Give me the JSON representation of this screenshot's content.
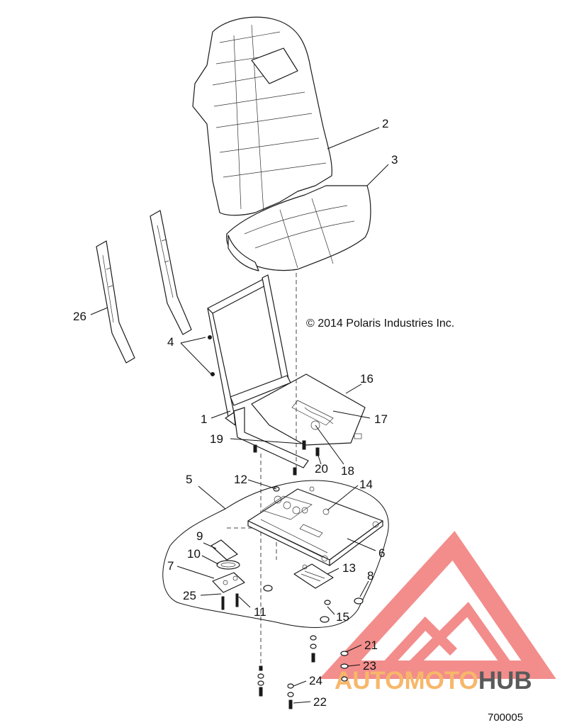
{
  "copyright": "© 2014 Polaris Industries Inc.",
  "figure_number": "700005",
  "watermark": {
    "part1": "AUTOMOTO",
    "part2": "HUB",
    "color_primary": "#f07a78",
    "color_secondary": "#f7b76a",
    "color_dark": "#5a5a5a"
  },
  "callouts": [
    {
      "label": "1"
    },
    {
      "label": "2"
    },
    {
      "label": "3"
    },
    {
      "label": "4"
    },
    {
      "label": "5"
    },
    {
      "label": "6"
    },
    {
      "label": "7"
    },
    {
      "label": "8"
    },
    {
      "label": "9"
    },
    {
      "label": "10"
    },
    {
      "label": "11"
    },
    {
      "label": "12"
    },
    {
      "label": "13"
    },
    {
      "label": "14"
    },
    {
      "label": "15"
    },
    {
      "label": "16"
    },
    {
      "label": "17"
    },
    {
      "label": "18"
    },
    {
      "label": "19"
    },
    {
      "label": "20"
    },
    {
      "label": "21"
    },
    {
      "label": "22"
    },
    {
      "label": "23"
    },
    {
      "label": "24"
    },
    {
      "label": "25"
    },
    {
      "label": "26"
    }
  ]
}
